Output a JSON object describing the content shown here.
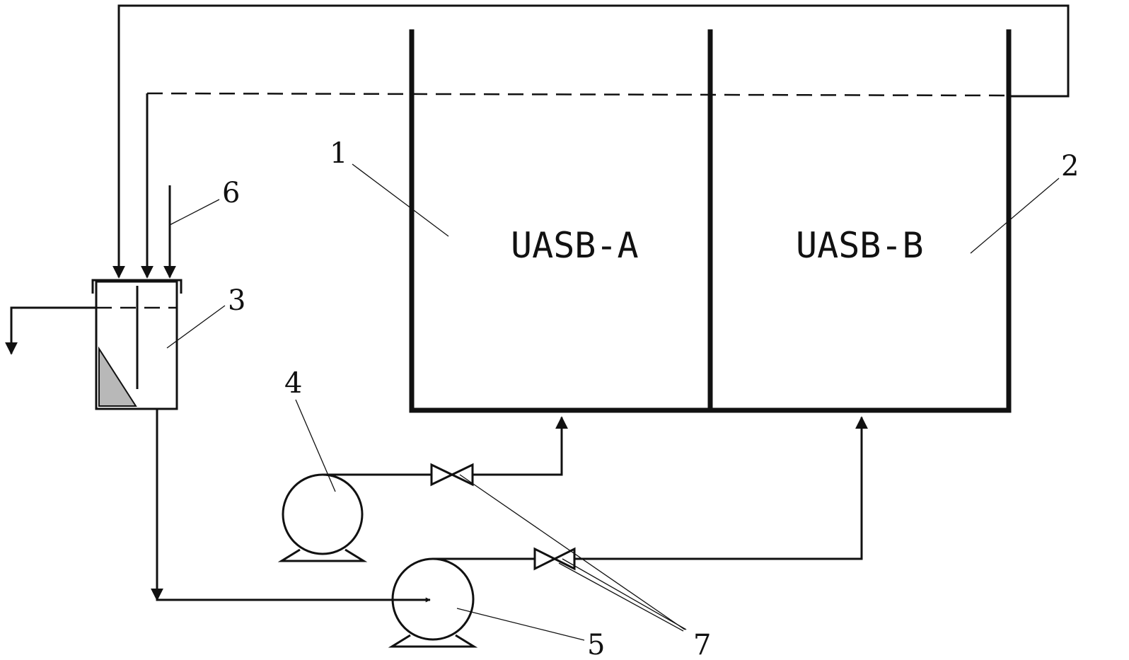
{
  "diagram": {
    "reactors": {
      "a": {
        "name": "UASB-A",
        "number": "1"
      },
      "b": {
        "name": "UASB-B",
        "number": "2"
      }
    },
    "components": {
      "settler": {
        "number": "3"
      },
      "pump_upper": {
        "number": "4"
      },
      "pump_lower": {
        "number": "5"
      },
      "feed_input": {
        "number": "6"
      },
      "valves": {
        "number": "7"
      }
    }
  }
}
